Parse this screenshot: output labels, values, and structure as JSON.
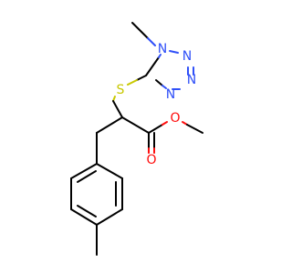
{
  "atoms": {
    "n1": "N",
    "n2": "N",
    "n3": "N",
    "n4": "N",
    "s": "S",
    "o_carbonyl": "O",
    "o_ether": "O"
  },
  "colors": {
    "carbon": "#000000",
    "nitrogen": "#3050F8",
    "sulfur": "#C8C800",
    "oxygen": "#FF0D0D",
    "background": "#ffffff"
  }
}
